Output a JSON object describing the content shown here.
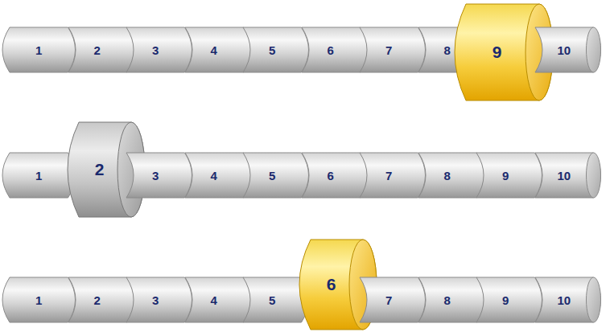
{
  "diagram": {
    "nodes": [
      {
        "text": [
          "1"
        ]
      },
      {
        "text": [
          "2"
        ]
      },
      {
        "text": [
          "3"
        ]
      },
      {
        "text": [
          "4"
        ]
      },
      {
        "text": [
          "5"
        ]
      },
      {
        "text": [
          "6"
        ]
      },
      {
        "text": [
          "7"
        ]
      },
      {
        "text": [
          "8"
        ]
      },
      {
        "text": [
          "9"
        ]
      },
      {
        "text": [
          "10"
        ]
      },
      {
        "text": [
          "1"
        ]
      },
      {
        "text": [
          "2"
        ]
      },
      {
        "text": [
          "3"
        ]
      },
      {
        "text": [
          "4"
        ]
      },
      {
        "text": [
          "5"
        ]
      },
      {
        "text": [
          "6"
        ]
      },
      {
        "text": [
          "7"
        ]
      },
      {
        "text": [
          "8"
        ]
      },
      {
        "text": [
          "9"
        ]
      },
      {
        "text": [
          "10"
        ]
      },
      {
        "text": [
          "1"
        ]
      },
      {
        "text": [
          "2"
        ]
      },
      {
        "text": [
          "3"
        ]
      },
      {
        "text": [
          "4"
        ]
      },
      {
        "text": [
          "5"
        ]
      },
      {
        "text": [
          "6"
        ]
      },
      {
        "text": [
          "7"
        ]
      },
      {
        "text": [
          "8"
        ]
      },
      {
        "text": [
          "9"
        ]
      },
      {
        "text": [
          "10"
        ]
      }
    ]
  }
}
